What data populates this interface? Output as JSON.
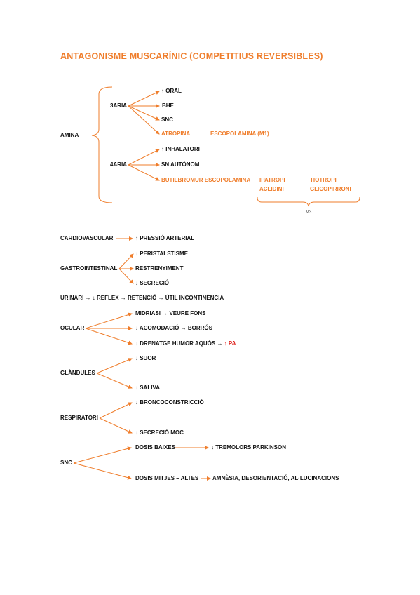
{
  "title": "ANTAGONISME MUSCARÍNIC (COMPETITIUS REVERSIBLES)",
  "colors": {
    "accent": "#ef7d2b",
    "red": "#e0201a",
    "text": "#111111"
  },
  "classification": {
    "root": "AMINA",
    "tertiary": {
      "label": "3ARIA",
      "items": [
        "↑ ORAL",
        "BHE",
        "SNC"
      ],
      "drugs": [
        "ATROPINA",
        "ESCOPOLAMINA (M1)"
      ]
    },
    "quaternary": {
      "label": "4ARIA",
      "items": [
        "↑ INHALATORI",
        "SN AUTÒNOM"
      ],
      "drug": "BUTILBROMUR ESCOPOLAMINA",
      "inhaled_col1": [
        "IPATROPI",
        "ACLIDINI"
      ],
      "inhaled_col2": [
        "TIOTROPI",
        "GLICOPIRRONI"
      ],
      "brace_note": "M3"
    }
  },
  "effects": {
    "cardiovascular": {
      "label": "CARDIOVASCULAR",
      "effect": "↑ PRESSIÓ ARTERIAL"
    },
    "gastrointestinal": {
      "label": "GASTROINTESTINAL",
      "effects": [
        "↓ PERISTALSTISME",
        "RESTRENYIMENT",
        "↓ SECRECIÓ"
      ]
    },
    "urinari": {
      "text": "URINARI → ↓ REFLEX → RETENCIÓ → ÚTIL INCONTINÈNCIA"
    },
    "ocular": {
      "label": "OCULAR",
      "effects": [
        "MIDRIASI → VEURE FONS",
        "↓ ACOMODACIÓ → BORRÓS",
        "↓ DRENATGE HUMOR AQUÓS →"
      ],
      "red_tail": "↑ PA"
    },
    "glandules": {
      "label": "GLÀNDULES",
      "effects": [
        "↓ SUOR",
        "↓ SALIVA"
      ]
    },
    "respiratori": {
      "label": "RESPIRATORI",
      "effects": [
        "↓ BRONCOCONSTRICCIÓ",
        "↓ SECRECIÓ MOC"
      ]
    },
    "snc": {
      "label": "SNC",
      "low": "DOSIS BAIXES",
      "low_effect": "↓ TREMOLORS PARKINSON",
      "high": "DOSIS MITJES – ALTES",
      "high_effect": "AMNÈSIA, DESORIENTACIÓ, AL·LUCINACIONS"
    }
  }
}
